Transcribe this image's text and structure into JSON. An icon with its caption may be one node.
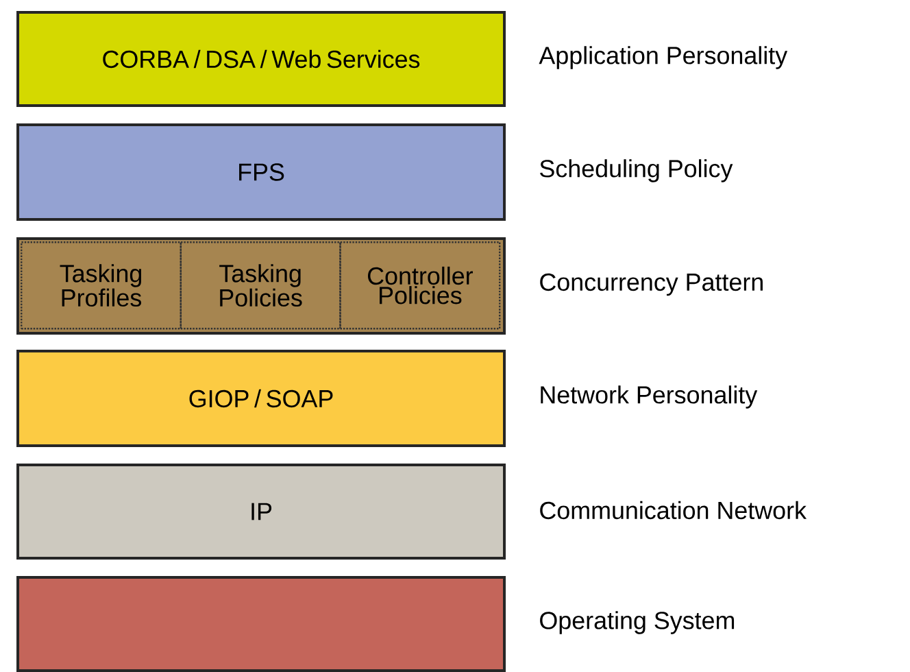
{
  "diagram": {
    "nodes": [
      {
        "text": [
          "CORBA / DSA / Web Services"
        ],
        "beside": [
          "Application Personality"
        ]
      },
      {
        "text": [
          "FPS"
        ],
        "beside": [
          "Scheduling Policy"
        ]
      },
      {
        "text": [],
        "shape": "box",
        "beside": [
          "Concurrency Pattern"
        ]
      },
      {
        "text": [
          "Tasking Profiles"
        ],
        "in": 2
      },
      {
        "text": [
          "Tasking Policies"
        ],
        "in": 2
      },
      {
        "text": [
          "Controller Policies"
        ],
        "in": 2
      },
      {
        "text": [
          "GIOP / SOAP"
        ],
        "beside": [
          "Network Personality"
        ]
      },
      {
        "text": [
          "IP"
        ],
        "beside": [
          "Communication Network"
        ]
      },
      {
        "text": [],
        "shape": "box",
        "beside": [
          "Operating System"
        ]
      }
    ]
  }
}
